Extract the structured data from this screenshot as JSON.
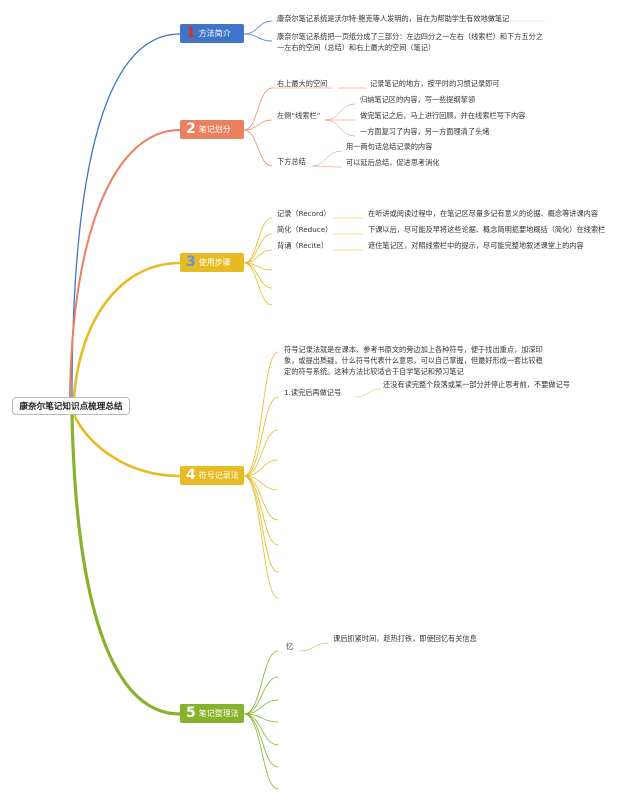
{
  "root": "康奈尔笔记知识点梳理总结",
  "colors": {
    "blue": "#3f74c8",
    "orange": "#ea8060",
    "yellow": "#e7bb23",
    "green": "#86b32c",
    "numRed": "#e0312d",
    "numBlue": "#6c8fe0"
  },
  "branches": [
    {
      "num": "1",
      "label": "方法简介",
      "notes": [
        "康奈尔笔记系统是沃尔特·鲍克等人发明的，旨在为帮助学生有效地做笔记",
        "康奈尔笔记系统把一页纸分成了三部分：左边四分之一左右（线索栏）和下方五分之一左右的空间（总结）和右上最大的空间（笔记）"
      ]
    },
    {
      "num": "2",
      "label": "笔记划分",
      "items": [
        {
          "label": "右上最大的空间",
          "details": [
            "记录笔记的地方，按平时的习惯记录即可"
          ]
        },
        {
          "label": "左侧“线索栏”",
          "details": [
            "归纳笔记区的内容，写一些提纲挈领",
            "做完笔记之后，马上进行回顾，并在线索栏写下内容",
            "一方面复习了内容，另一方面理清了头绪"
          ]
        },
        {
          "label": "下方总结",
          "details": [
            "用一两句话总结记录的内容",
            "可以延后总结，促进思考消化"
          ]
        }
      ]
    },
    {
      "num": "3",
      "label": "使用步骤",
      "items": [
        {
          "label": "记录（Record）",
          "detail": "在听讲或阅读过程中，在笔记区尽量多记有意义的论据、概念等讲课内容"
        },
        {
          "label": "简化（Reduce）",
          "detail": "下课以后，尽可能及早将这些论据、概念简明扼要地概括（简化）在线索栏"
        },
        {
          "label": "背诵（Recite）",
          "detail": "遮住笔记区，对照线索栏中的提示，尽可能完整地叙述课堂上的内容"
        }
      ]
    },
    {
      "num": "4",
      "label": "符号记录法",
      "intro": "符号记录法就是在课本、参考书原文的旁边加上各种符号，便于找出重点，加深印象，或提出质疑。什么符号代表什么意思，可以自己掌握，但最好形成一套比较稳定的符号系统。这种方法比较适合于自学笔记和预习笔记",
      "items": [
        {
          "label": "1.读完后再做记号",
          "detail": "还没有读完整个段落或某一部分并停止思考前，不要做记号"
        }
      ]
    },
    {
      "num": "5",
      "label": "笔记整理法",
      "items": [
        {
          "label": "忆",
          "detail": "课后抓紧时间，趁热打铁，即使回忆有关信息"
        }
      ]
    }
  ]
}
